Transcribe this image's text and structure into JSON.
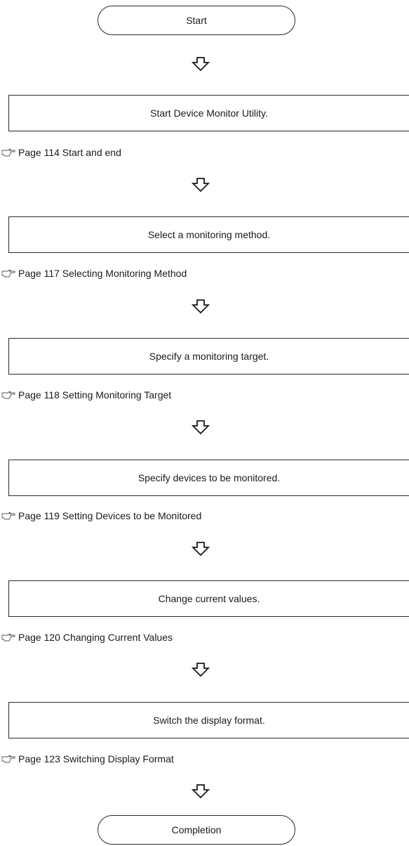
{
  "start_label": "Start",
  "end_label": "Completion",
  "steps": [
    {
      "text": "Start Device Monitor Utility.",
      "ref": "Page 114 Start and end"
    },
    {
      "text": "Select a monitoring method.",
      "ref": "Page 117 Selecting Monitoring Method"
    },
    {
      "text": "Specify a monitoring target.",
      "ref": "Page 118 Setting Monitoring Target"
    },
    {
      "text": "Specify devices to be monitored.",
      "ref": "Page 119 Setting Devices to be Monitored"
    },
    {
      "text": "Change current values.",
      "ref": "Page 120 Changing Current Values"
    },
    {
      "text": "Switch the display format.",
      "ref": "Page 123 Switching Display Format"
    }
  ]
}
